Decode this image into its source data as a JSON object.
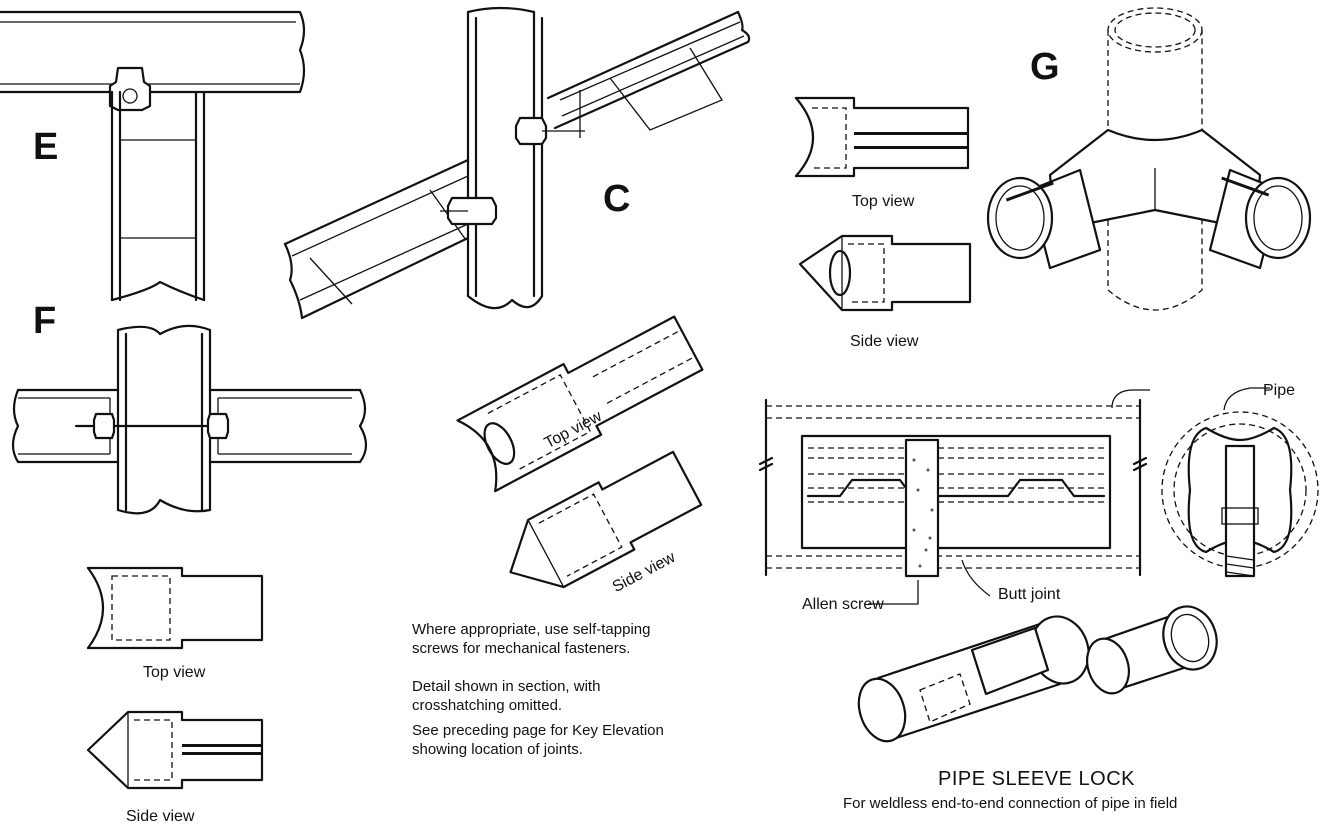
{
  "labels": {
    "E": "E",
    "F": "F",
    "C": "C",
    "G": "G",
    "top_view": "Top view",
    "side_view": "Side view",
    "pipe": "Pipe",
    "allen_screw": "Allen screw",
    "butt_joint": "Butt joint"
  },
  "notes": [
    "Where appropriate, use self-tapping screws for mechanical fasteners.",
    "Detail shown in section, with crosshatching omitted.",
    "See preceding page for Key Elevation showing location of joints."
  ],
  "sleeve_lock": {
    "title": "PIPE SLEEVE LOCK",
    "subtitle": "For weldless end-to-end connection of pipe in field"
  }
}
